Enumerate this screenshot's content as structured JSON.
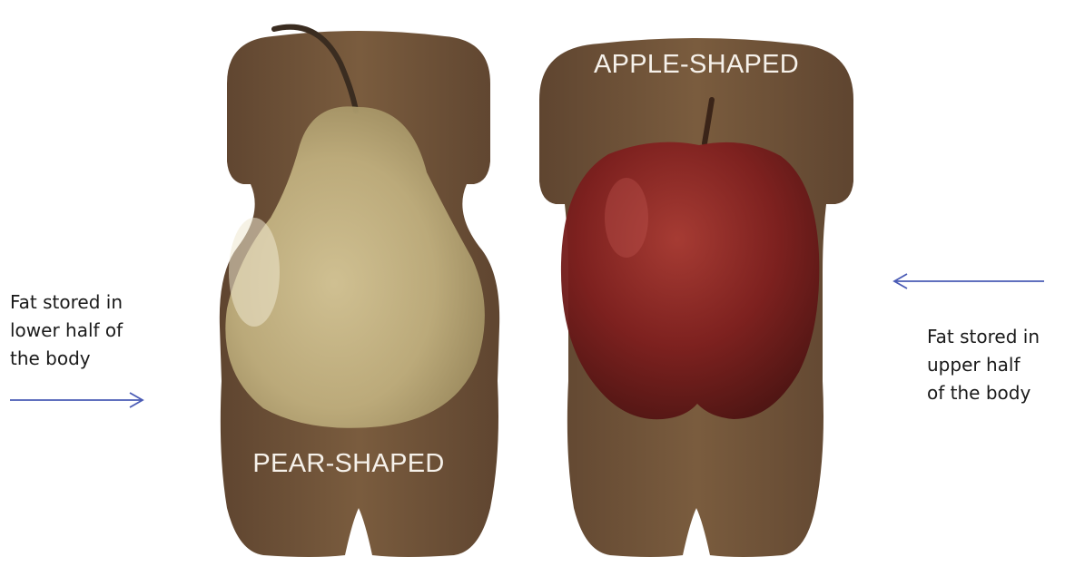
{
  "figure": {
    "pear_label": "PEAR-SHAPED",
    "apple_label": "APPLE-SHAPED",
    "left_note": {
      "lines": [
        "Fat stored in",
        "lower half of",
        "the body"
      ]
    },
    "right_note": {
      "lines": [
        "Fat stored in",
        "upper half",
        "of the body"
      ]
    }
  },
  "colors": {
    "body_silhouette": "#6e5236",
    "pear_fruit": "#c9b98a",
    "apple_fruit": "#8e2424",
    "arrow": "#4a5bb5",
    "label_text": "#f6f1ea",
    "note_text": "#1a1a1a"
  }
}
